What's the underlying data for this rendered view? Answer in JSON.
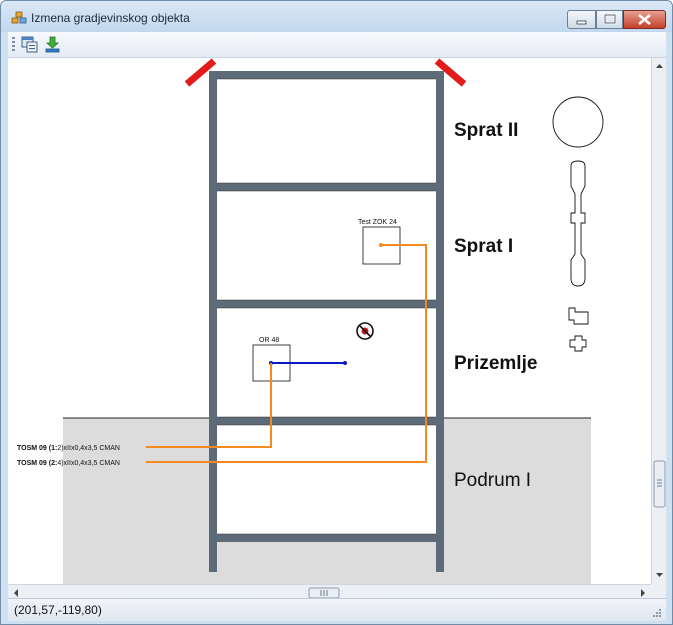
{
  "window": {
    "title": "Izmena gradjevinskog objekta"
  },
  "toolbar": {
    "buttons": [
      {
        "name": "properties-icon"
      },
      {
        "name": "download-icon"
      }
    ]
  },
  "building": {
    "floors": [
      {
        "label": "Sprat II"
      },
      {
        "label": "Sprat I"
      },
      {
        "label": "Prizemlje"
      },
      {
        "label": "Podrum I"
      }
    ],
    "devices": [
      {
        "label": "Test ZOK 24"
      },
      {
        "label": "OR 48"
      }
    ],
    "cables": [
      {
        "label_bold": "TOSM 09 (1:",
        "label_rest": "2)xIIx0,4x3,5 CMAN",
        "color": "#f5891f"
      },
      {
        "label_bold": "TOSM 09 (2:",
        "label_rest": "4)xIIx0,4x3,5 CMAN",
        "color": "#f5891f"
      }
    ],
    "connection_color": "#0a1bc6",
    "frame_color": "#5d6b78",
    "roof_color": "#e21b1b",
    "underground_color": "#dcdcdc"
  },
  "palette": {
    "shapes": [
      {
        "name": "circle-shape"
      },
      {
        "name": "elongated-shape"
      },
      {
        "name": "folder-shape"
      },
      {
        "name": "cross-shape"
      }
    ]
  },
  "status": {
    "coords": "(201,57,-119,80)"
  }
}
